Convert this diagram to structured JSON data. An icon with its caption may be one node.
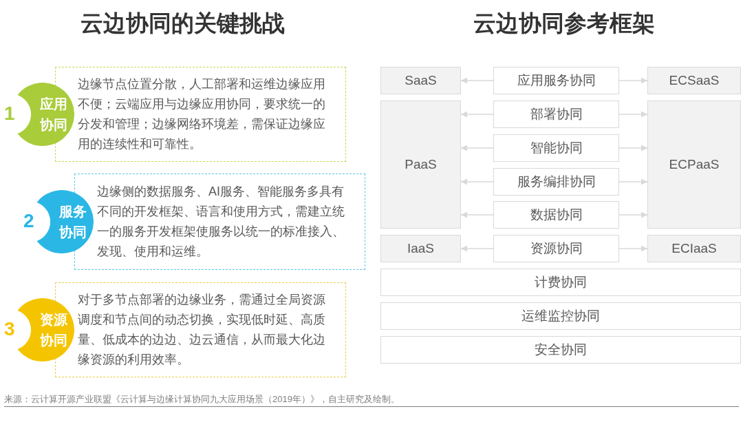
{
  "diagram": {
    "nodes": [
      {
        "text": [
          "应用协同"
        ],
        "beside": [
          "1"
        ]
      },
      {
        "text": [
          "边缘节点位置分散，人工部署和运维边缘应用不便；云端应用与边缘应用协同，要求统一的分发和管理；边缘网络环境差，需保证边缘应用的连续性和可靠性。"
        ]
      },
      {
        "text": [
          "服务协同"
        ],
        "beside": [
          "2"
        ]
      },
      {
        "text": [
          "边缘侧的数据服务、AI服务、智能服务多具有不同的开发框架、语言和使用方式，需建立统一的服务开发框架使服务以统一的标准接入、发现、使用和运维。"
        ]
      },
      {
        "text": [
          "资源协同"
        ],
        "beside": [
          "3"
        ]
      },
      {
        "text": [
          "对于多节点部署的边缘业务，需通过全局资源调度和节点间的动态切换，实现低时延、高质量、低成本的边边、边云通信，从而最大化边缘资源的利用效率。"
        ]
      },
      {
        "text": [
          "SaaS"
        ]
      },
      {
        "text": [
          "应用服务协同"
        ]
      },
      {
        "text": [
          "ECSaaS"
        ]
      },
      {
        "text": [
          "PaaS"
        ]
      },
      {
        "text": [
          "部署协同"
        ]
      },
      {
        "text": [
          "ECPaaS"
        ]
      },
      {
        "text": [
          "智能协同"
        ]
      },
      {
        "text": [
          "服务编排协同"
        ]
      },
      {
        "text": [
          "数据协同"
        ]
      },
      {
        "text": [
          "IaaS"
        ]
      },
      {
        "text": [
          "资源协同"
        ]
      },
      {
        "text": [
          "ECIaaS"
        ]
      },
      {
        "text": [
          "计费协同"
        ]
      },
      {
        "text": [
          "运维监控协同"
        ]
      },
      {
        "text": [
          "安全协同"
        ]
      }
    ],
    "edges": [
      {
        "from": 7,
        "to": 6,
        "arrow": "to"
      },
      {
        "from": 7,
        "to": 8,
        "arrow": "to"
      },
      {
        "from": 10,
        "to": 9,
        "arrow": "to"
      },
      {
        "from": 10,
        "to": 11,
        "arrow": "to"
      },
      {
        "from": 12,
        "to": 9,
        "arrow": "to"
      },
      {
        "from": 12,
        "to": 11,
        "arrow": "to"
      },
      {
        "from": 13,
        "to": 9,
        "arrow": "to"
      },
      {
        "from": 13,
        "to": 11,
        "arrow": "to"
      },
      {
        "from": 14,
        "to": 9,
        "arrow": "to"
      },
      {
        "from": 14,
        "to": 11,
        "arrow": "to"
      },
      {
        "from": 16,
        "to": 15,
        "arrow": "to"
      },
      {
        "from": 16,
        "to": 17,
        "arrow": "to"
      }
    ],
    "labels": [
      "云边协同的关键挑战",
      "云边协同参考框架",
      "来源：云计算开源产业联盟《云计算与边缘计算协同九大应用场景（2019年）》，自主研究及绘制。"
    ]
  }
}
